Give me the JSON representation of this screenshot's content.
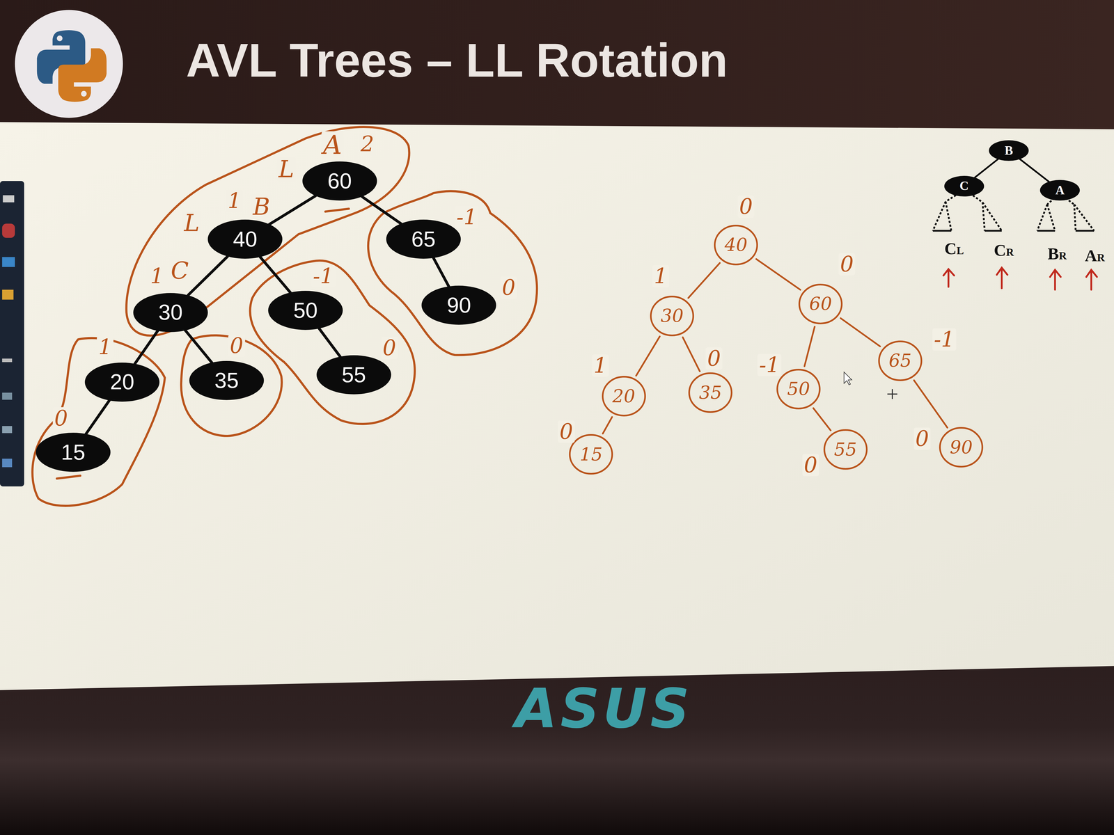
{
  "diagram": {
    "title": "AVL Trees – LL Rotation",
    "nodes": [
      {
        "text": [
          "60"
        ]
      },
      {
        "text": [
          "40"
        ]
      },
      {
        "text": [
          "65"
        ]
      },
      {
        "text": [
          "30"
        ]
      },
      {
        "text": [
          "50"
        ]
      },
      {
        "text": [
          "90"
        ]
      },
      {
        "text": [
          "20"
        ]
      },
      {
        "text": [
          "35"
        ]
      },
      {
        "text": [
          "55"
        ]
      },
      {
        "text": [
          "15"
        ]
      },
      {
        "text": [
          "40"
        ]
      },
      {
        "text": [
          "30"
        ]
      },
      {
        "text": [
          "60"
        ]
      },
      {
        "text": [
          "20"
        ]
      },
      {
        "text": [
          "35"
        ]
      },
      {
        "text": [
          "50"
        ]
      },
      {
        "text": [
          "65"
        ]
      },
      {
        "text": [
          "15"
        ]
      },
      {
        "text": [
          "55"
        ]
      },
      {
        "text": [
          "90"
        ]
      },
      {
        "text": [
          "B"
        ]
      },
      {
        "text": [
          "C"
        ]
      },
      {
        "text": [
          "A"
        ]
      }
    ],
    "edges": [
      {
        "from": 0,
        "to": 1,
        "arrow": "none"
      },
      {
        "from": 0,
        "to": 2,
        "arrow": "none"
      },
      {
        "from": 1,
        "to": 3,
        "arrow": "none"
      },
      {
        "from": 1,
        "to": 4,
        "arrow": "none"
      },
      {
        "from": 2,
        "to": 5,
        "arrow": "none"
      },
      {
        "from": 3,
        "to": 6,
        "arrow": "none"
      },
      {
        "from": 3,
        "to": 7,
        "arrow": "none"
      },
      {
        "from": 4,
        "to": 8,
        "arrow": "none"
      },
      {
        "from": 6,
        "to": 9,
        "arrow": "none"
      },
      {
        "from": 10,
        "to": 11,
        "arrow": "none"
      },
      {
        "from": 10,
        "to": 12,
        "arrow": "none"
      },
      {
        "from": 11,
        "to": 13,
        "arrow": "none"
      },
      {
        "from": 11,
        "to": 14,
        "arrow": "none"
      },
      {
        "from": 12,
        "to": 15,
        "arrow": "none"
      },
      {
        "from": 12,
        "to": 16,
        "arrow": "none"
      },
      {
        "from": 13,
        "to": 17,
        "arrow": "none"
      },
      {
        "from": 15,
        "to": 18,
        "arrow": "none"
      },
      {
        "from": 16,
        "to": 19,
        "arrow": "none"
      },
      {
        "from": 20,
        "to": 21,
        "arrow": "none"
      },
      {
        "from": 20,
        "to": 22,
        "arrow": "none"
      }
    ],
    "labels": [
      "A",
      "2",
      "L",
      "1",
      "B",
      "L",
      "1",
      "C",
      "-1",
      "0",
      "-1",
      "0",
      "0",
      "1",
      "0",
      "0",
      "1",
      "0",
      "1",
      "0",
      "-1",
      "-1",
      "0",
      "0",
      "0",
      "CL",
      "CR",
      "BR",
      "AR",
      "ASUS"
    ]
  }
}
